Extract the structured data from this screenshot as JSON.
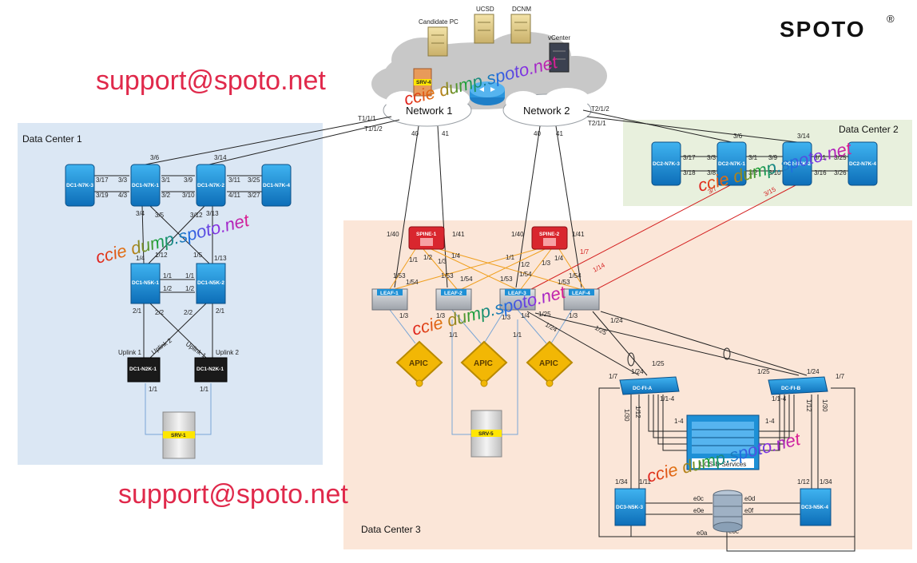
{
  "brand": {
    "name": "SPOTO",
    "mark": "®"
  },
  "support_email": "support@spoto.net",
  "watermark": "ccie dump.spoto.net",
  "regions": {
    "dc1": "Data Center 1",
    "dc2": "Data Center 2",
    "dc3": "Data Center 3"
  },
  "networks": {
    "n1": "Network 1",
    "n2": "Network 2"
  },
  "servers_top": {
    "candidate": "Candidate PC",
    "ucsd": "UCSD",
    "dcnm": "DCNM",
    "vcenter": "vCenter",
    "srv4": "SRV-4"
  },
  "devices": {
    "dc1_n7k_3": "DC1-N7K-3",
    "dc1_n7k_1": "DC1-N7K-1",
    "dc1_n7k_2": "DC1-N7K-2",
    "dc1_n7k_4": "DC1-N7K-4",
    "dc1_n5k_1": "DC1-N5K-1",
    "dc1_n5k_2": "DC1-N5K-2",
    "dc1_n2k_1": "DC1-N2K-1",
    "dc1_n2k_2": "DC1-N2K-1",
    "srv1": "SRV-1",
    "srv5": "SRV-5",
    "dc2_n7k_3": "DC2-N7K-3",
    "dc2_n7k_1": "DC2-N7K-1",
    "dc2_n7k_2": "DC2-N7K-2",
    "dc2_n7k_4": "DC2-N7K-4",
    "spine1": "SPINE-1",
    "spine2": "SPINE-2",
    "leaf1": "LEAF-1",
    "leaf2": "LEAF-2",
    "leaf3": "LEAF-3",
    "leaf4": "LEAF-4",
    "apic": "APIC",
    "fi_a": "DC-FI-A",
    "fi_b": "DC-FI-B",
    "ucs": "UCS-B-Services",
    "dc3_n5k_3": "DC3-N5K-3",
    "dc3_n5k_4": "DC3-N5K-4"
  },
  "ports": {
    "t1_1_1": "T1/1/1",
    "t1_1_2": "T1/1/2",
    "t2_1_2": "T2/1/2",
    "t2_1_1": "T2/1/1",
    "p3_6": "3/6",
    "p3_14": "3/14",
    "p3_17": "3/17",
    "p3_19": "3/19",
    "p3_3": "3/3",
    "p4_3": "4/3",
    "p3_1": "3/1",
    "p3_2": "3/2",
    "p3_9": "3/9",
    "p3_10": "3/10",
    "p3_11": "3/11",
    "p4_11": "4/11",
    "p3_25": "3/25",
    "p3_27": "3/27",
    "p3_4": "3/4",
    "p3_5": "3/5",
    "p3_12": "3/12",
    "p3_13": "3/13",
    "p1_4": "1/4",
    "p1_12": "1/12",
    "p1_5": "1/5",
    "p1_13": "1/13",
    "p1_1": "1/1",
    "p1_2": "1/2",
    "p2_1": "2/1",
    "p2_2": "2/2",
    "uplink1": "Uplink 1",
    "uplink2": "Uplink 2",
    "p40": "40",
    "p41": "41",
    "p1_40": "1/40",
    "p1_41": "1/41",
    "p1_53": "1/53",
    "p1_54": "1/54",
    "p1_3": "1/3",
    "p1_7": "1/7",
    "p1_14": "1/14",
    "p1_24": "1/24",
    "p1_25": "1/25",
    "p1_30": "1/30",
    "p1_1_4": "1/1-4",
    "p1_dash_4": "1-4",
    "p1_34": "1/34",
    "p1_11": "1/11",
    "p3_18": "3/18",
    "p3_8": "3/8",
    "p3_16": "3/16",
    "p3_26": "3/26",
    "p3_7": "3/7",
    "p3_15": "3/15",
    "e0a": "e0a",
    "e0c": "e0c",
    "e0d": "e0d",
    "e0e": "e0e",
    "e0f": "e0f"
  },
  "colors": {
    "dc1_bg": "#dbe7f4",
    "dc2_bg": "#e8f0dd",
    "dc3_bg": "#fbe6d8",
    "cloud": "#c8c8c8",
    "switch": "#1e90d6",
    "spine": "#d9262e",
    "leaf": "#b8bcc2",
    "apic": "#f2b705",
    "red_link": "#d42020",
    "orange_link": "#f0a020"
  }
}
